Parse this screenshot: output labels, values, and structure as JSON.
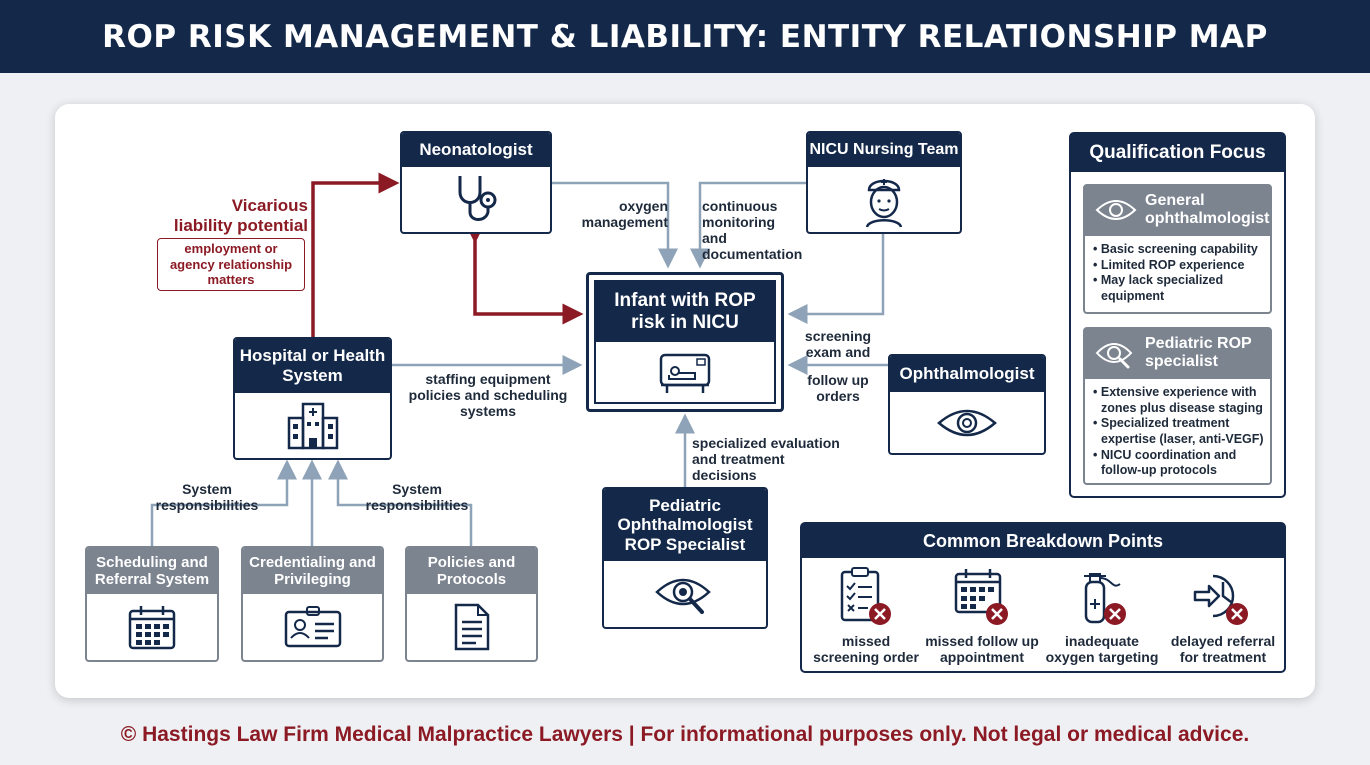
{
  "header": {
    "title": "ROP RISK MANAGEMENT & LIABILITY: ENTITY RELATIONSHIP MAP"
  },
  "nodes": {
    "neonatologist": "Neonatologist",
    "nicu_nursing": "NICU Nursing Team",
    "infant": "Infant with ROP risk in NICU",
    "hospital": "Hospital or Health System",
    "ophthalmologist": "Ophthalmologist",
    "pediatric_specialist": "Pediatric Ophthalmologist ROP Specialist",
    "scheduling": "Scheduling and Referral System",
    "credentialing": "Credentialing and Privileging",
    "policies": "Policies and Protocols"
  },
  "edges": {
    "vicarious_title": "Vicarious liability potential",
    "vicarious_note": "employment or agency relationship matters",
    "oxygen": "oxygen management",
    "monitoring": "continuous monitoring and documentation",
    "staffing": "staffing equipment policies and scheduling systems",
    "screening_exam": "screening exam and",
    "follow_up": "follow up orders",
    "specialized_eval": "specialized evaluation and treatment decisions",
    "system_left": "System responsibilities",
    "system_right": "System responsibilities"
  },
  "qualification": {
    "title": "Qualification Focus",
    "general": {
      "title": "General ophthalmologist",
      "items": [
        "Basic screening capability",
        "Limited ROP experience",
        "May lack specialized equipment"
      ]
    },
    "pediatric": {
      "title": "Pediatric ROP specialist",
      "items": [
        "Extensive experience with zones plus disease staging",
        "Specialized treatment expertise (laser, anti-VEGF)",
        "NICU coordination and follow-up protocols"
      ]
    }
  },
  "breakdown": {
    "title": "Common Breakdown Points",
    "items": [
      {
        "label": "missed screening order",
        "icon": "clipboard-icon"
      },
      {
        "label": "missed follow up appointment",
        "icon": "calendar-icon"
      },
      {
        "label": "inadequate oxygen targeting",
        "icon": "oxygen-tank-icon"
      },
      {
        "label": "delayed referral for treatment",
        "icon": "clock-arrow-icon"
      }
    ]
  },
  "footer": {
    "text": "© Hastings Law Firm Medical Malpractice Lawyers | For informational purposes only. Not legal or medical advice."
  },
  "colors": {
    "navy": "#14294a",
    "red": "#8b1a24",
    "gray": "#7c8490",
    "wire": "#8fa3b8"
  }
}
